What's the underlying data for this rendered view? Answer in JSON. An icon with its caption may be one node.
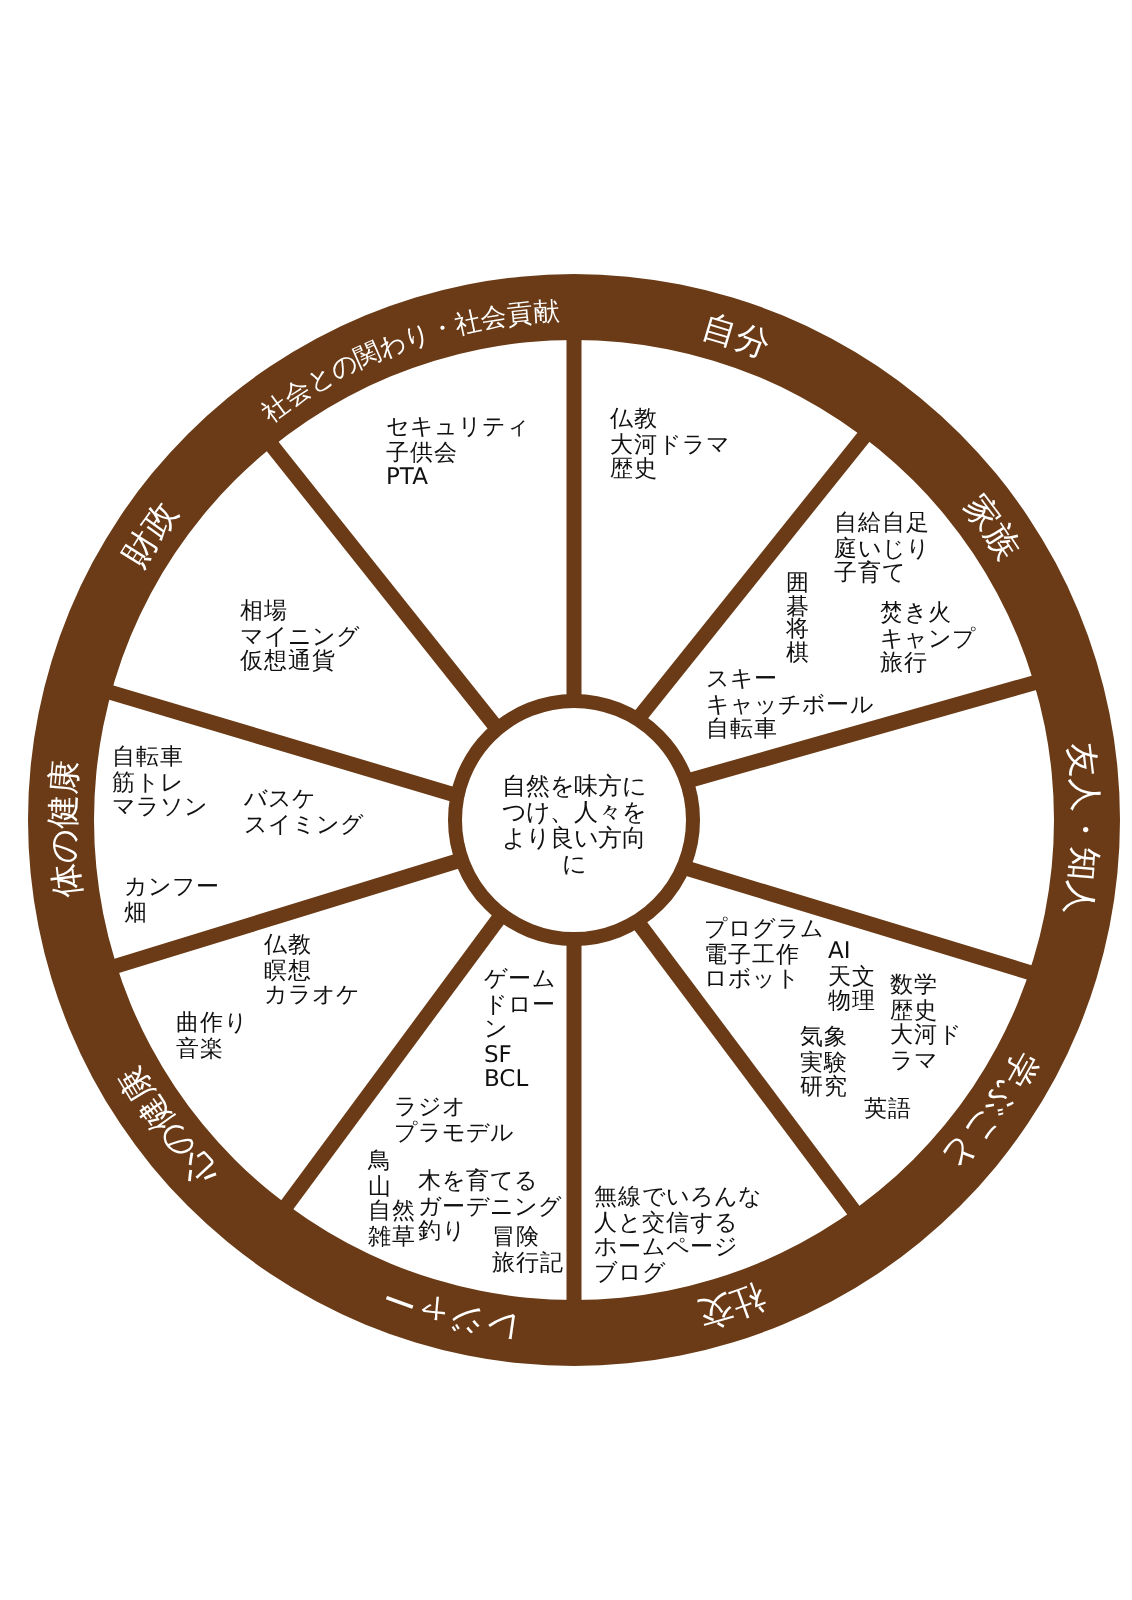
{
  "diagram": {
    "nodes": [
      {
        "text": [
          "自然を味方につけ、人々をより良い方向に"
        ]
      },
      {
        "text": [
          "自分",
          "仏教",
          "大河ドラマ",
          "歴史"
        ]
      },
      {
        "text": [
          "家族",
          "自給自足",
          "庭いじり",
          "子育て",
          "焚き火",
          "キャンプ",
          "旅行",
          "囲碁将棋",
          "スキー",
          "キャッチボール",
          "自転車"
        ]
      },
      {
        "text": [
          "友人・知人"
        ]
      },
      {
        "text": [
          "プログラム",
          "電子工作",
          "ロボット",
          "AI",
          "天文",
          "物理",
          "気象",
          "実験",
          "研究",
          "英語",
          "数学",
          "歴史",
          "大河ドラマ",
          "学ぶこと"
        ]
      },
      {
        "text": [
          "無線でいろんな人と交信する",
          "ホームページ",
          "ブログ",
          "社交"
        ]
      },
      {
        "text": [
          "ゲーム",
          "ドローン",
          "SF",
          "BCL",
          "ラジオ",
          "プラモデル",
          "鳥",
          "山",
          "自然",
          "雑草",
          "木を育てる",
          "ガーデニング",
          "釣り",
          "冒険",
          "旅行記",
          "レジャー"
        ]
      },
      {
        "text": [
          "仏教",
          "瞑想",
          "カラオケ",
          "曲作り",
          "音楽",
          "心の健康"
        ]
      },
      {
        "text": [
          "体の健康",
          "自転車",
          "筋トレ",
          "マラソン",
          "バスケ",
          "スイミング",
          "カンフー",
          "畑"
        ]
      },
      {
        "text": [
          "財政",
          "相場",
          "マイニング",
          "仮想通貨"
        ]
      },
      {
        "text": [
          "社会との関わり・社会貢献",
          "セキュリティ",
          "子供会",
          "PTA"
        ]
      }
    ]
  }
}
